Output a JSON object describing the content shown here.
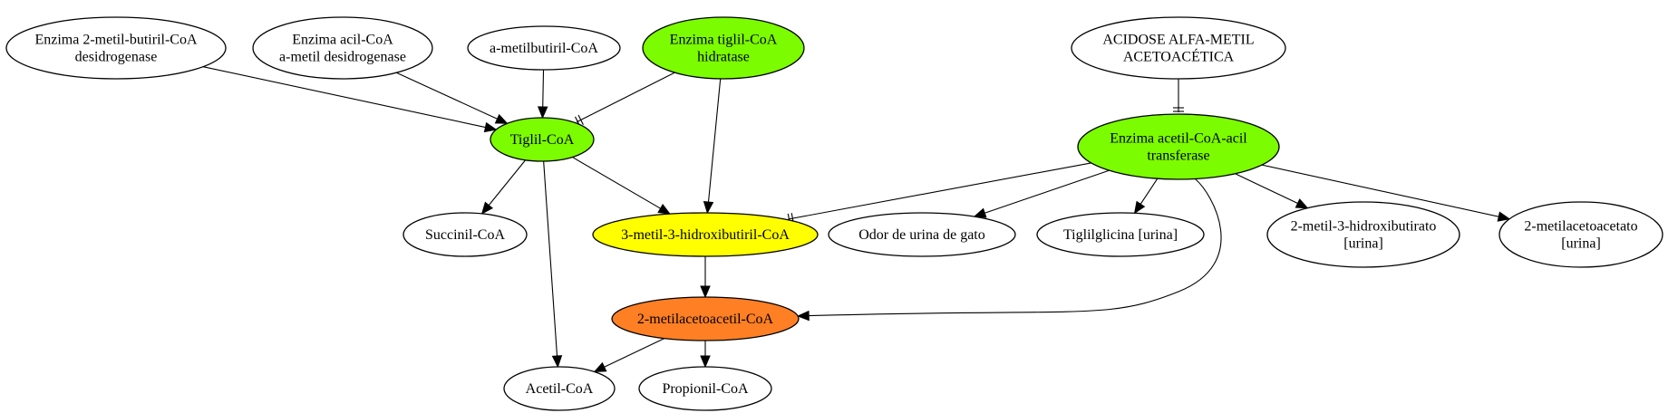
{
  "diagram": {
    "colors": {
      "default": "#ffffff",
      "green": "#7cfc00",
      "yellow": "#ffff00",
      "orange": "#ff7f24"
    },
    "nodes": {
      "n1": {
        "lines": [
          "Enzima 2-metil-butiril-CoA",
          "desidrogenase"
        ],
        "color": "default"
      },
      "n2": {
        "lines": [
          "Enzima acil-CoA",
          "a-metil desidrogenase"
        ],
        "color": "default"
      },
      "n3": {
        "lines": [
          "a-metilbutiril-CoA"
        ],
        "color": "default"
      },
      "n4": {
        "lines": [
          "Enzima tiglil-CoA",
          "hidratase"
        ],
        "color": "green"
      },
      "n5": {
        "lines": [
          "ACIDOSE ALFA-METIL",
          "ACETOACÉTICA"
        ],
        "color": "default"
      },
      "n6": {
        "lines": [
          "Tiglil-CoA"
        ],
        "color": "green"
      },
      "n7": {
        "lines": [
          "Enzima acetil-CoA-acil",
          "transferase"
        ],
        "color": "green"
      },
      "n8": {
        "lines": [
          "Succinil-CoA"
        ],
        "color": "default"
      },
      "n9": {
        "lines": [
          "3-metil-3-hidroxibutiril-CoA"
        ],
        "color": "yellow"
      },
      "n10": {
        "lines": [
          "Odor de urina de gato"
        ],
        "color": "default"
      },
      "n11": {
        "lines": [
          "Tiglilglicina [urina]"
        ],
        "color": "default"
      },
      "n12": {
        "lines": [
          "2-metil-3-hidroxibutirato",
          "[urina]"
        ],
        "color": "default"
      },
      "n13": {
        "lines": [
          "2-metilacetoacetato",
          "[urina]"
        ],
        "color": "default"
      },
      "n14": {
        "lines": [
          "2-metilacetoacetil-CoA"
        ],
        "color": "orange"
      },
      "n15": {
        "lines": [
          "Acetil-CoA"
        ],
        "color": "default"
      },
      "n16": {
        "lines": [
          "Propionil-CoA"
        ],
        "color": "default"
      }
    },
    "edges": [
      {
        "from": "n1",
        "to": "n6",
        "head": "arrow"
      },
      {
        "from": "n2",
        "to": "n6",
        "head": "arrow"
      },
      {
        "from": "n3",
        "to": "n6",
        "head": "arrow"
      },
      {
        "from": "n4",
        "to": "n6",
        "head": "tee"
      },
      {
        "from": "n4",
        "to": "n9",
        "head": "arrow"
      },
      {
        "from": "n5",
        "to": "n7",
        "head": "tee"
      },
      {
        "from": "n6",
        "to": "n8",
        "head": "arrow"
      },
      {
        "from": "n6",
        "to": "n9",
        "head": "arrow"
      },
      {
        "from": "n6",
        "to": "n15",
        "head": "arrow"
      },
      {
        "from": "n7",
        "to": "n9",
        "head": "tee"
      },
      {
        "from": "n7",
        "to": "n10",
        "head": "arrow"
      },
      {
        "from": "n7",
        "to": "n11",
        "head": "arrow"
      },
      {
        "from": "n7",
        "to": "n12",
        "head": "arrow"
      },
      {
        "from": "n7",
        "to": "n13",
        "head": "arrow"
      },
      {
        "from": "n7",
        "to": "n14",
        "head": "arrow"
      },
      {
        "from": "n9",
        "to": "n14",
        "head": "arrow"
      },
      {
        "from": "n14",
        "to": "n15",
        "head": "arrow"
      },
      {
        "from": "n14",
        "to": "n16",
        "head": "arrow"
      }
    ]
  }
}
